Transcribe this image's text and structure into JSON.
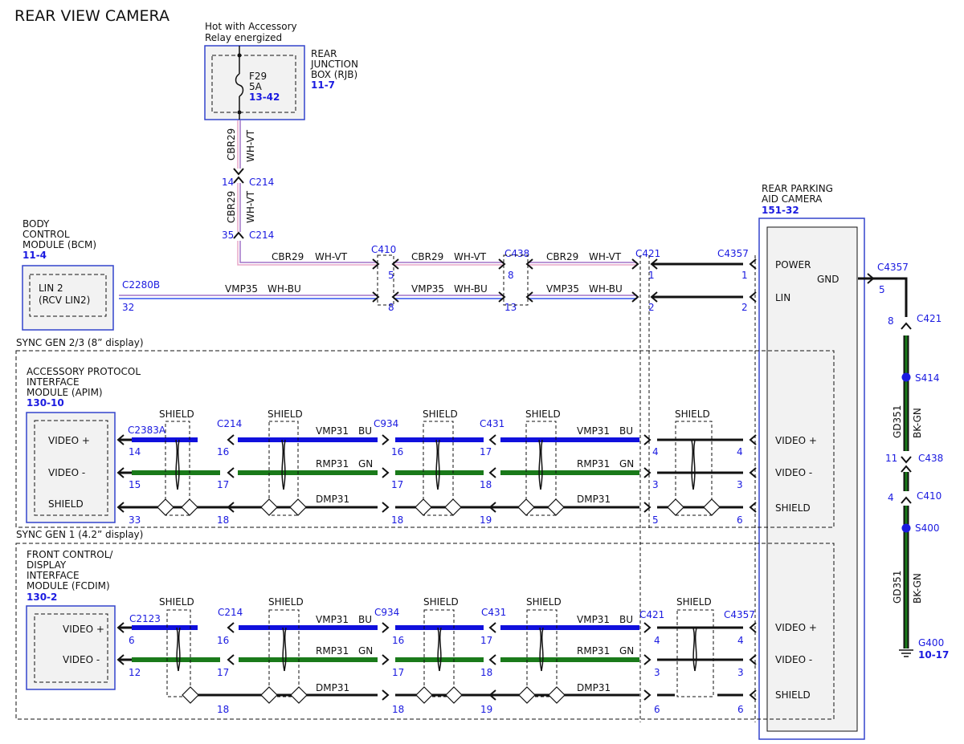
{
  "title": "REAR VIEW CAMERA",
  "colors": {
    "pink": "#e8a8c8",
    "violet": "#a074c8",
    "blue": "#1010dd",
    "green": "#1a7a1a",
    "black": "#111111",
    "box": "#3344cc",
    "ref": "#1a1ae0",
    "fill": "#f2f2f2"
  },
  "rjb": {
    "supply_line1": "Hot with Accessory",
    "supply_line2": "Relay energized",
    "name1": "REAR",
    "name2": "JUNCTION",
    "name3": "BOX (RJB)",
    "ref": "11-7",
    "fuse": "F29",
    "amps": "5A",
    "fuse_ref": "13-42"
  },
  "bcm": {
    "name1": "BODY",
    "name2": "CONTROL",
    "name3": "MODULE (BCM)",
    "ref": "11-4",
    "pin1": "LIN 2",
    "pin2": "(RCV LIN2)"
  },
  "camera": {
    "name1": "REAR PARKING",
    "name2": "AID CAMERA",
    "ref": "151-32",
    "power": "POWER",
    "lin": "LIN",
    "gnd": "GND",
    "video_pos": "VIDEO +",
    "video_neg": "VIDEO -",
    "shield": "SHIELD"
  },
  "sync23": {
    "label": "SYNC GEN 2/3 (8” display)"
  },
  "sync1": {
    "label": "SYNC GEN 1 (4.2” display)"
  },
  "apim": {
    "name1": "ACCESSORY PROTOCOL",
    "name2": "INTERFACE",
    "name3": "MODULE (APIM)",
    "ref": "130-10",
    "pin_pos": "VIDEO +",
    "pin_neg": "VIDEO -",
    "pin_shield": "SHIELD"
  },
  "fcdim": {
    "name1": "FRONT CONTROL/",
    "name2": "DISPLAY",
    "name3": "INTERFACE",
    "name4": "MODULE (FCDIM)",
    "ref": "130-2",
    "pin_pos": "VIDEO +",
    "pin_neg": "VIDEO -"
  },
  "wires": {
    "cbr29": "CBR29",
    "wh_vt": "WH-VT",
    "vmp35": "VMP35",
    "wh_bu": "WH-BU",
    "vmp31": "VMP31",
    "bu": "BU",
    "rmp31": "RMP31",
    "gn": "GN",
    "dmp31": "DMP31",
    "gd351": "GD351",
    "bk_gn": "BK-GN",
    "shield": "SHIELD"
  },
  "connectors": {
    "c214": "C214",
    "c410": "C410",
    "c438": "C438",
    "c421": "C421",
    "c4357": "C4357",
    "c2280b": "C2280B",
    "c2383a": "C2383A",
    "c934": "C934",
    "c431": "C431",
    "c2123": "C2123",
    "s414": "S414",
    "s400": "S400",
    "g400": "G400",
    "g400_ref": "10-17"
  },
  "pins": {
    "c214_14": "14",
    "c214_35": "35",
    "p_c410_5": "5",
    "p_c438_8": "8",
    "p_c421_1": "1",
    "p_c4357_1": "1",
    "p_c2280b_32": "32",
    "p_c410_8": "8",
    "p_c438_13": "13",
    "p_c421_2": "2",
    "p_c4357_2": "2",
    "gnd_5": "5",
    "gnd_8": "8",
    "gnd_11": "11",
    "gnd_4": "4",
    "a14": "14",
    "a15": "15",
    "a33": "33",
    "a16": "16",
    "a17": "17",
    "a18": "18",
    "b16": "16",
    "b17": "17",
    "b18": "18",
    "c17": "17",
    "c18": "18",
    "c19": "19",
    "d4": "4",
    "d3": "3",
    "d5": "5",
    "e4": "4",
    "e3": "3",
    "e6": "6",
    "f6": "6",
    "f12": "12",
    "g16": "16",
    "g17": "17",
    "g18": "18",
    "h16": "16",
    "h17": "17",
    "h18": "18",
    "i17": "17",
    "i18": "18",
    "i19": "19",
    "j4": "4",
    "j3": "3",
    "j6": "6",
    "k4": "4",
    "k3": "3",
    "k6": "6"
  }
}
